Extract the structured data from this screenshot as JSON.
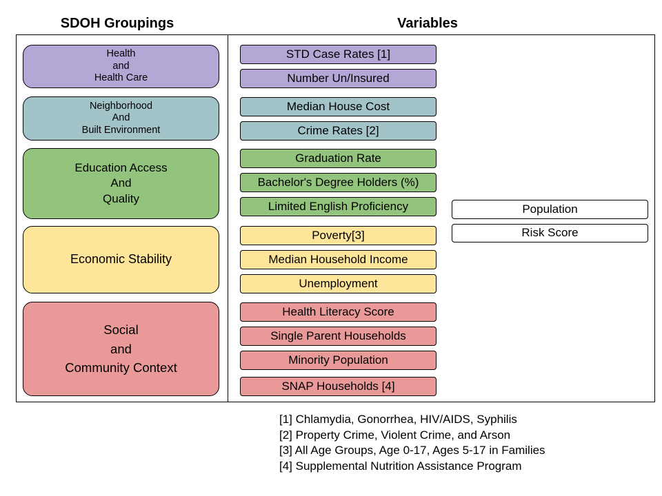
{
  "headers": {
    "groupings": "SDOH Groupings",
    "variables": "Variables"
  },
  "colors": {
    "health": "#b4a7d6",
    "neighborhood": "#a2c4c9",
    "education": "#93c47d",
    "economic": "#ffe599",
    "social": "#ea9999"
  },
  "groups": [
    {
      "label": "Health\nand\nHealth Care"
    },
    {
      "label": "Neighborhood\nAnd\nBuilt Environment"
    },
    {
      "label": "Education Access\nAnd\nQuality"
    },
    {
      "label": "Economic Stability"
    },
    {
      "label": "Social\nand\nCommunity Context"
    }
  ],
  "variables": [
    "STD Case Rates [1]",
    "Number Un/Insured",
    "Median House Cost",
    "Crime Rates [2]",
    "Graduation Rate",
    "Bachelor's Degree Holders (%)",
    "Limited English Proficiency",
    "Poverty[3]",
    "Median Household Income",
    "Unemployment",
    "Health Literacy Score",
    "Single Parent Households",
    "Minority Population",
    "SNAP Households [4]"
  ],
  "outcomes": [
    "Population",
    "Risk Score"
  ],
  "notes": [
    "[1] Chlamydia, Gonorrhea, HIV/AIDS, Syphilis",
    "[2] Property Crime, Violent Crime, and Arson",
    "[3] All Age Groups, Age 0-17, Ages 5-17 in Families",
    "[4] Supplemental Nutrition Assistance Program"
  ]
}
